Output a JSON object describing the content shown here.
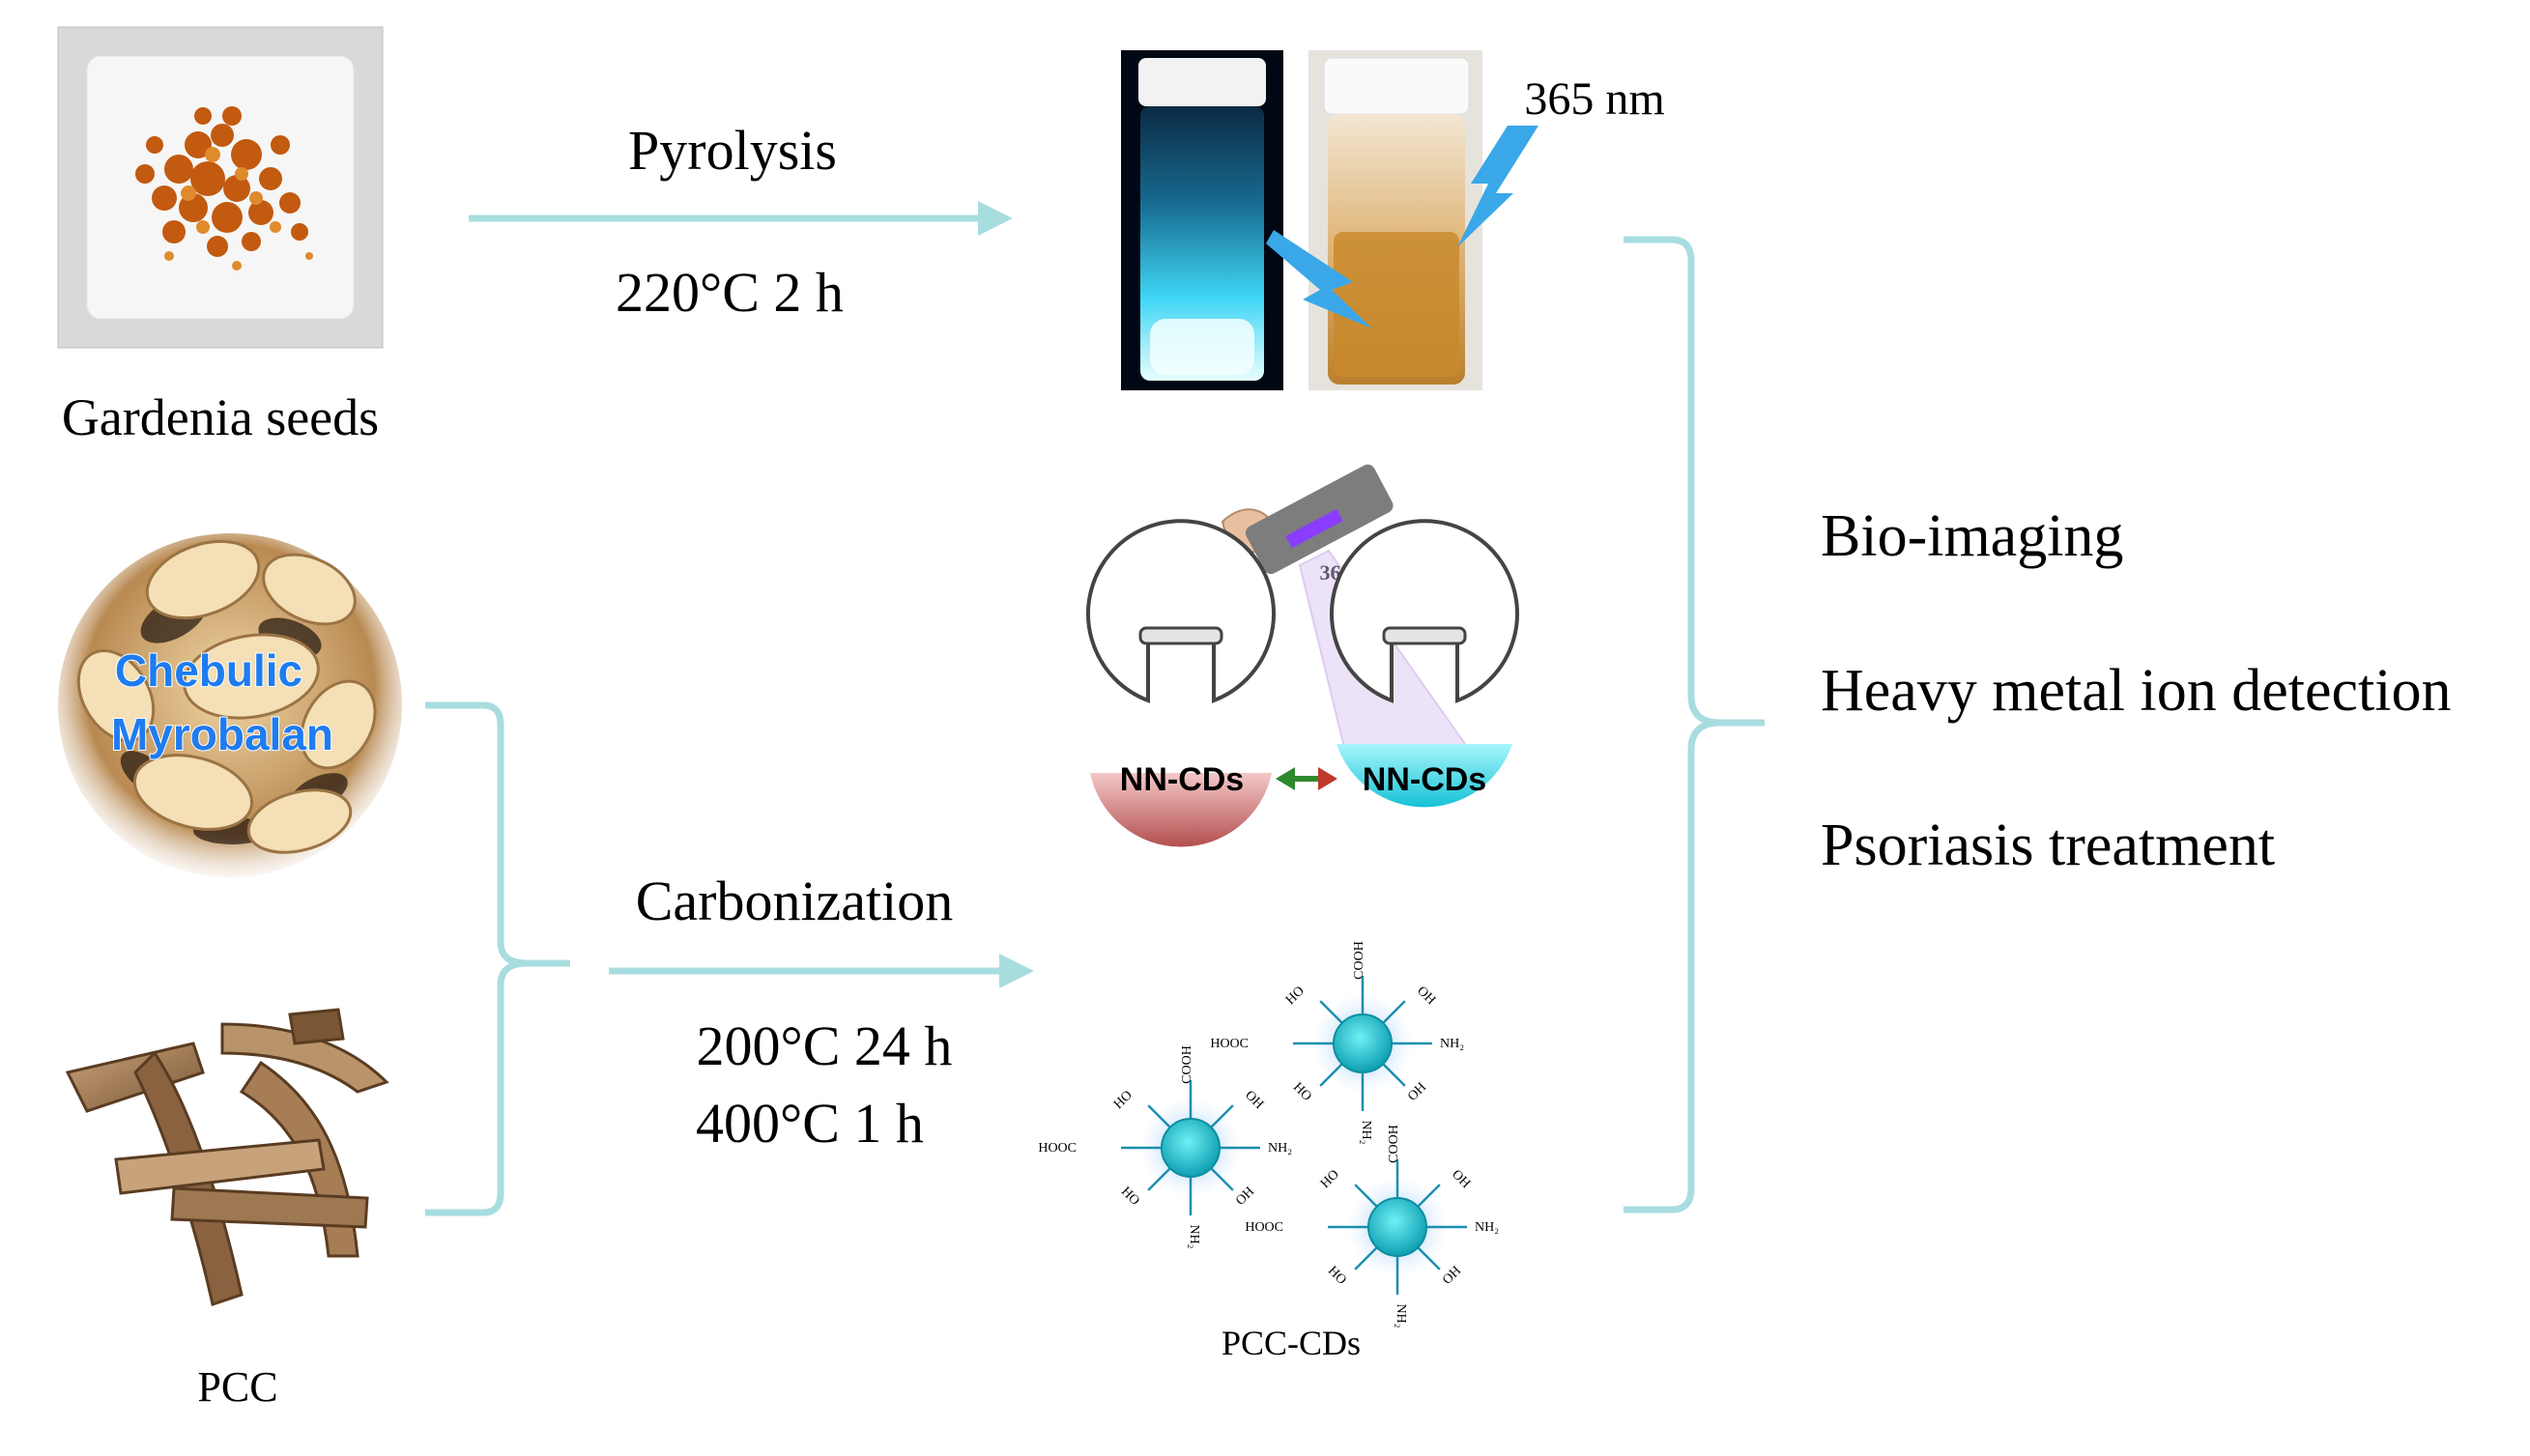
{
  "top_row": {
    "source_label": "Gardenia seeds",
    "process_label": "Pyrolysis",
    "condition_label": "220°C  2 h",
    "uv_label": "365 nm"
  },
  "bottom_row": {
    "source_overlay_line1": "Chebulic",
    "source_overlay_line2": "Myrobalan",
    "source2_label": "PCC",
    "process_label": "Carbonization",
    "condition_line1": "200°C  24 h",
    "condition_line2": "400°C  1 h",
    "lamp_label": "365 nm",
    "flask_left_label": "NN-CDs",
    "flask_right_label": "NN-CDs",
    "product_label": "PCC-CDs"
  },
  "applications": {
    "items": [
      "Bio-imaging",
      "Heavy metal ion detection",
      "Psoriasis treatment"
    ]
  },
  "dot_labels": {
    "hooc": "HOOC",
    "nh2": "NH₂",
    "oh": "OH",
    "ho": "HO",
    "cooh": "COOH"
  },
  "colors": {
    "connector": "#a8dde0",
    "flask_red": "#c96a6a",
    "flask_cyan": "#37d6e6",
    "dot": "#1ab6c6",
    "vial_glow": "#5fe8ff",
    "vial_amber": "#c98a2c"
  }
}
